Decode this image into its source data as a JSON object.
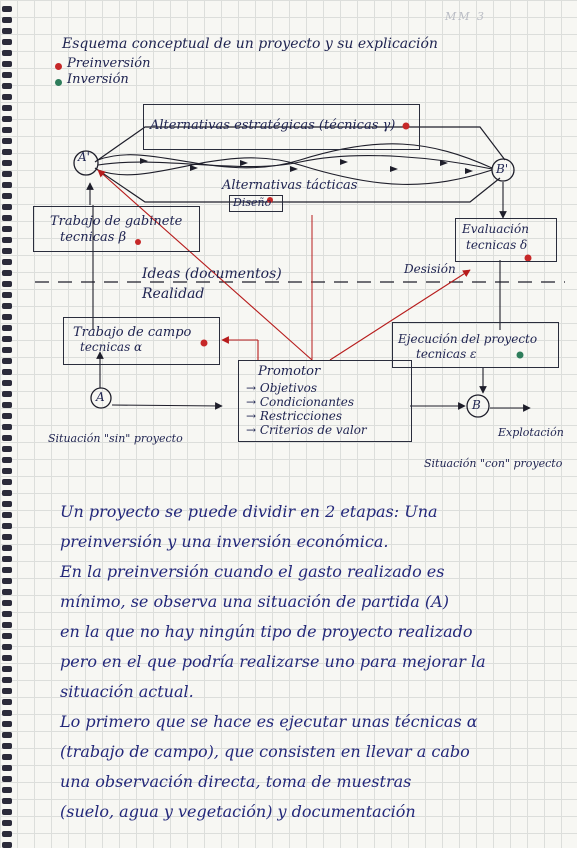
{
  "page_mark": "MM 3",
  "title": "Esquema conceptual de un proyecto y su explicación",
  "legend": [
    {
      "label": "Preinversión",
      "color": "#c62828"
    },
    {
      "label": "Inversión",
      "color": "#2e7d5b"
    }
  ],
  "diagram": {
    "node_a_top": "A'",
    "node_b_top": "B'",
    "node_a": "A",
    "node_b": "B",
    "strategic": "Alternativas estratégicas (técnicas γ)",
    "tactical": "Alternativas tácticas",
    "design": "Diseño",
    "desk_work": [
      "Trabajo de gabinete",
      "tecnicas β"
    ],
    "evaluation": [
      "Evaluación",
      "tecnicas δ"
    ],
    "ideas": "Ideas (documentos)",
    "reality": "Realidad",
    "decision": "Desisión",
    "field_work": [
      "Trabajo de campo",
      "tecnicas α"
    ],
    "execution": [
      "Ejecución del proyecto",
      "tecnicas ε"
    ],
    "promoter": {
      "title": "Promotor",
      "items": [
        "→ Objetivos",
        "→ Condicionantes",
        "→ Restricciones",
        "→ Criterios de valor"
      ]
    },
    "without_project": "Situación \"sin\" proyecto",
    "with_project": "Situación \"con\" proyecto",
    "exploitation": "Explotación"
  },
  "prose": [
    "Un proyecto se puede dividir en 2 etapas: Una",
    "preinversión y una inversión económica.",
    "En la preinversión cuando el gasto realizado es",
    "mínimo, se observa una situación de partida (A)",
    "en la que no hay ningún tipo de proyecto realizado",
    "pero en el que podría realizarse uno para mejorar la",
    "situación actual.",
    "Lo primero que se hace es ejecutar unas técnicas α",
    "(trabajo de campo), que consisten en llevar a cabo",
    "una observación directa, toma de muestras",
    "(suelo, agua y vegetación) y documentación"
  ]
}
